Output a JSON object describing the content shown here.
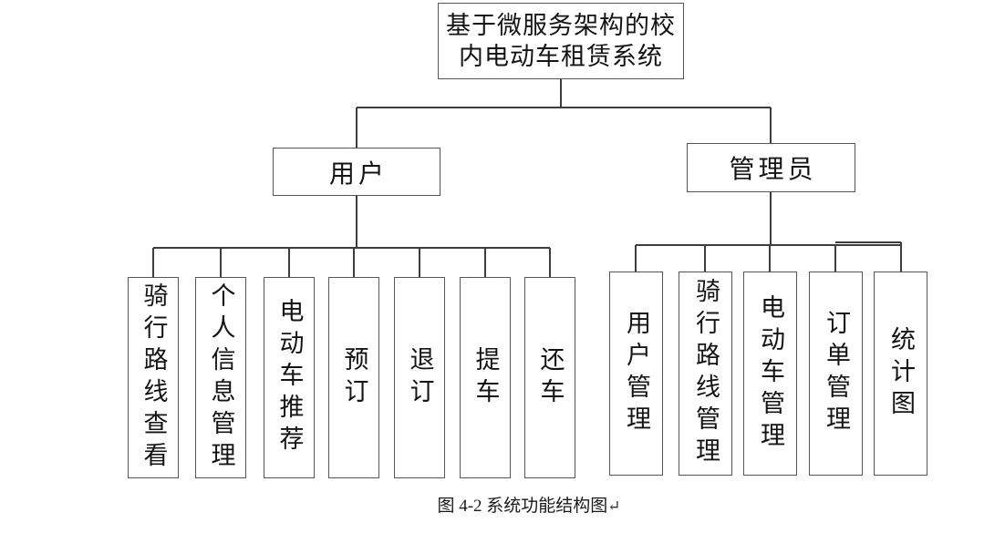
{
  "diagram": {
    "root": {
      "title": "基于微服务架构的校内电动车租赁系统",
      "title_lines": [
        "基于微服务架构的校",
        "内电动车租赁系统"
      ]
    },
    "branches": [
      {
        "label": "用户",
        "children": [
          "骑行路线查看",
          "个人信息管理",
          "电动车推荐",
          "预订",
          "退订",
          "提车",
          "还车"
        ]
      },
      {
        "label": "管理员",
        "children": [
          "用户管理",
          "骑行路线管理",
          "电动车管理",
          "订单管理",
          "统计图"
        ]
      }
    ],
    "caption": {
      "text": "图 4-2  系统功能结构图",
      "return_mark": "↵"
    }
  },
  "colors": {
    "background": "#ffffff",
    "line": "#3d3d3d",
    "box_border": "#555555",
    "text": "#141414"
  }
}
